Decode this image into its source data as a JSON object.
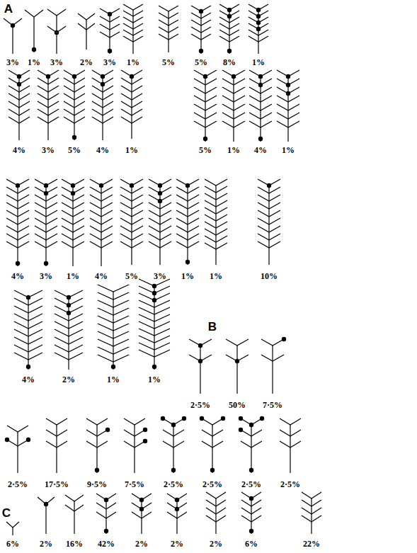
{
  "diagram": {
    "labels": [
      "A",
      "3%",
      "1%",
      "3%",
      "2%",
      "3%",
      "1%",
      "5%",
      "5%",
      "8%",
      "1%",
      "4%",
      "3%",
      "5%",
      "4%",
      "1%",
      "5%",
      "1%",
      "4%",
      "1%",
      "4%",
      "3%",
      "1%",
      "4%",
      "5%",
      "3%",
      "1%",
      "1%",
      "10%",
      "4%",
      "2%",
      "1%",
      "1%",
      "B",
      "2·5%",
      "50%",
      "7·5%",
      "2·5%",
      "17·5%",
      "9·5%",
      "7·5%",
      "2·5%",
      "2·5%",
      "2·5%",
      "2·5%",
      "C",
      "6%",
      "2%",
      "16%",
      "42%",
      "2%",
      "2%",
      "2%",
      "6%",
      "22%"
    ]
  }
}
